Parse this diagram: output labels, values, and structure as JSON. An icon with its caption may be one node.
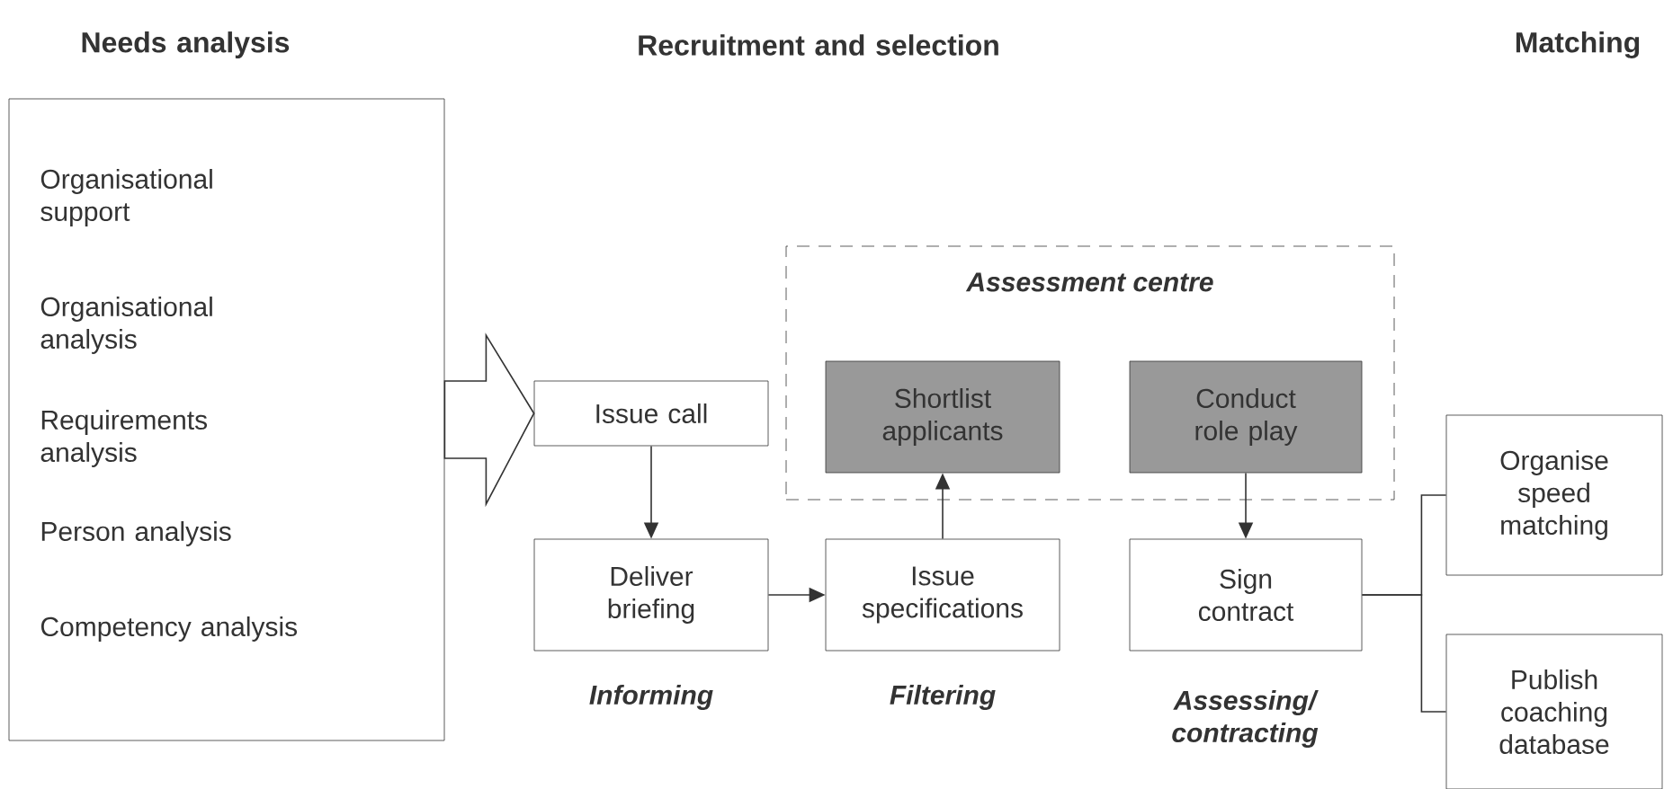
{
  "diagram": {
    "nodes": [
      {
        "text": [
          "Organisational support",
          "Organisational analysis",
          "Requirements analysis",
          "Person analysis",
          "Competency analysis"
        ]
      },
      {
        "text": [
          "Issue call"
        ]
      },
      {
        "text": [
          "Deliver briefing"
        ]
      },
      {
        "text": [
          "Assessment centre"
        ]
      },
      {
        "text": [
          "Shortlist applicants"
        ],
        "in": 3
      },
      {
        "text": [
          "Conduct role play"
        ],
        "in": 3
      },
      {
        "text": [
          "Issue specifications"
        ]
      },
      {
        "text": [
          "Sign contract"
        ]
      },
      {
        "text": [
          "Organise speed matching"
        ]
      },
      {
        "text": [
          "Publish coaching database"
        ]
      }
    ],
    "edges": [
      {
        "from": 0,
        "to": 1,
        "arrow": "to"
      },
      {
        "from": 1,
        "to": 2,
        "arrow": "to"
      },
      {
        "from": 2,
        "to": 6,
        "arrow": "to"
      },
      {
        "from": 6,
        "to": 4,
        "arrow": "to"
      },
      {
        "from": 5,
        "to": 7,
        "arrow": "to"
      },
      {
        "from": 7,
        "to": 8,
        "arrow": "none"
      },
      {
        "from": 7,
        "to": 9,
        "arrow": "none"
      }
    ],
    "labels": [
      "Needs analysis",
      "Recruitment and selection",
      "Matching",
      "Informing",
      "Filtering",
      "Assessing/ contracting"
    ]
  }
}
